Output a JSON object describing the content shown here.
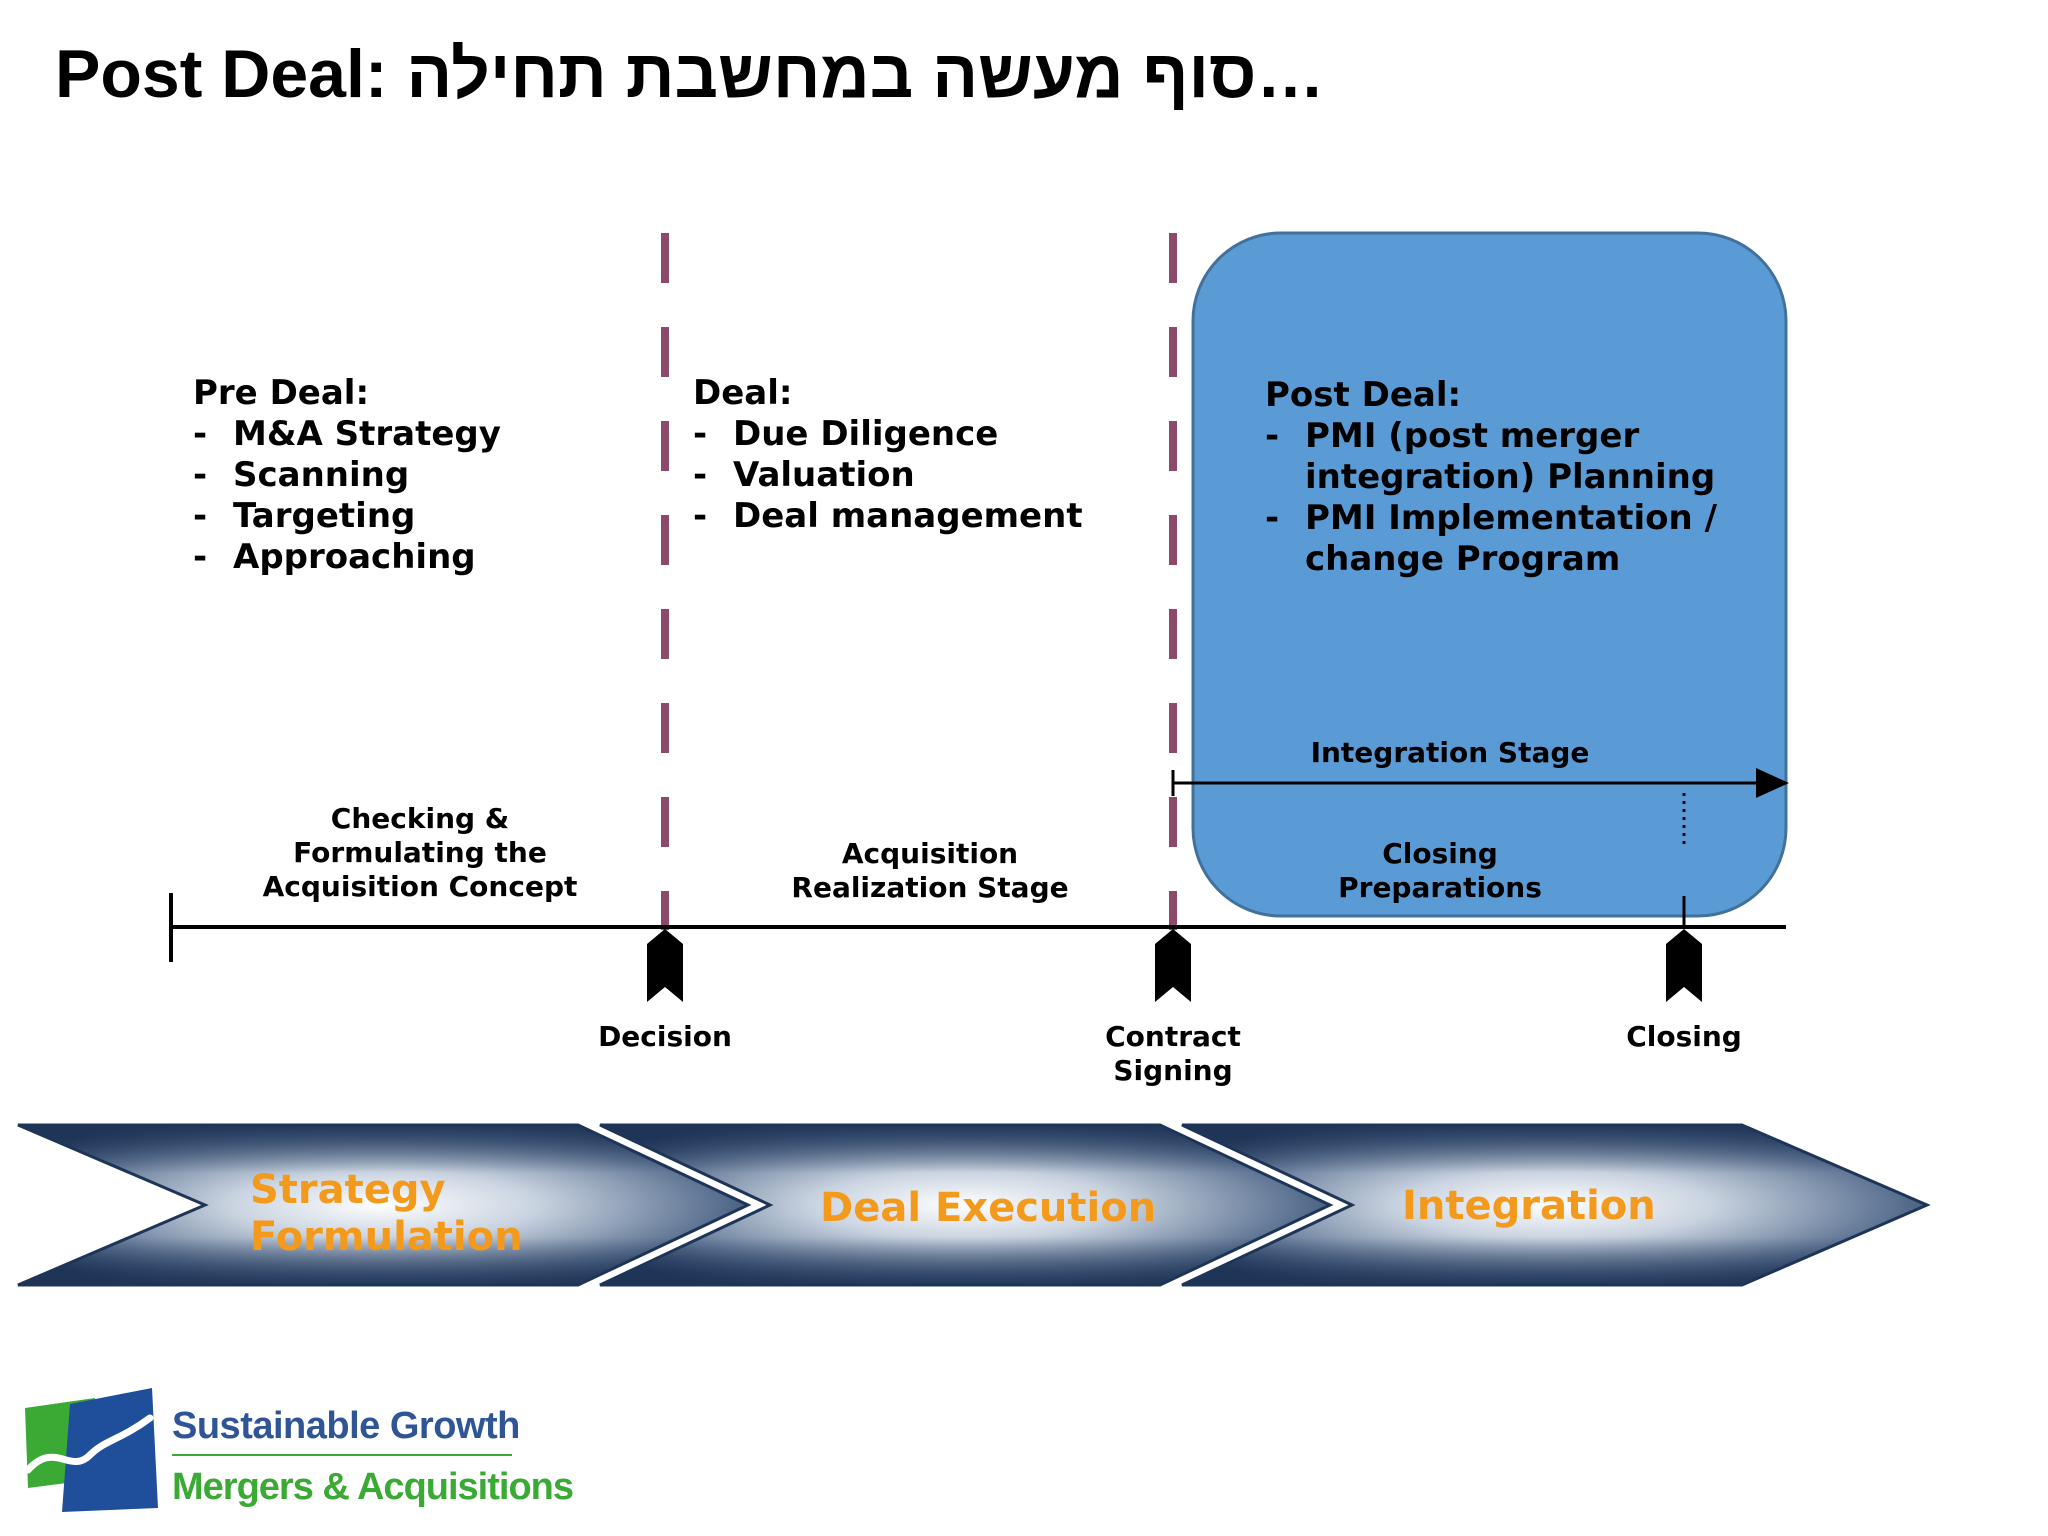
{
  "title": "Post Deal: סוף מעשה במחשבת תחילה…",
  "columns": [
    {
      "heading": "Pre Deal:",
      "items": [
        "M&A Strategy",
        "Scanning",
        "Targeting",
        "Approaching"
      ]
    },
    {
      "heading": "Deal:",
      "items": [
        "Due Diligence",
        "Valuation",
        "Deal management"
      ]
    },
    {
      "heading": "Post Deal:",
      "items": [
        [
          "PMI (post merger",
          "integration) Planning"
        ],
        [
          "PMI Implementation /",
          "change Program"
        ]
      ]
    }
  ],
  "timeline": {
    "integration_stage": "Integration Stage",
    "stages": [
      "Checking &\nFormulating the\nAcquisition Concept",
      "Acquisition\nRealization Stage",
      "Closing\nPreparations"
    ],
    "milestones": [
      "Decision",
      "Contract\nSigning",
      "Closing"
    ]
  },
  "phases": [
    "Strategy\nFormulation",
    "Deal Execution",
    "Integration"
  ],
  "logo": {
    "line1": "Sustainable Growth",
    "line2": "Mergers & Acquisitions"
  },
  "colors": {
    "divider": "#8b4a6b",
    "post_deal_box": "#5b9bd5",
    "post_deal_box_border": "#41719c",
    "phase_text": "#f39a1c",
    "chevron_dark": "#1f3558",
    "chevron_light": "#c9d3e0",
    "logo_blue": "#2f5597",
    "logo_green": "#3aaa35"
  }
}
